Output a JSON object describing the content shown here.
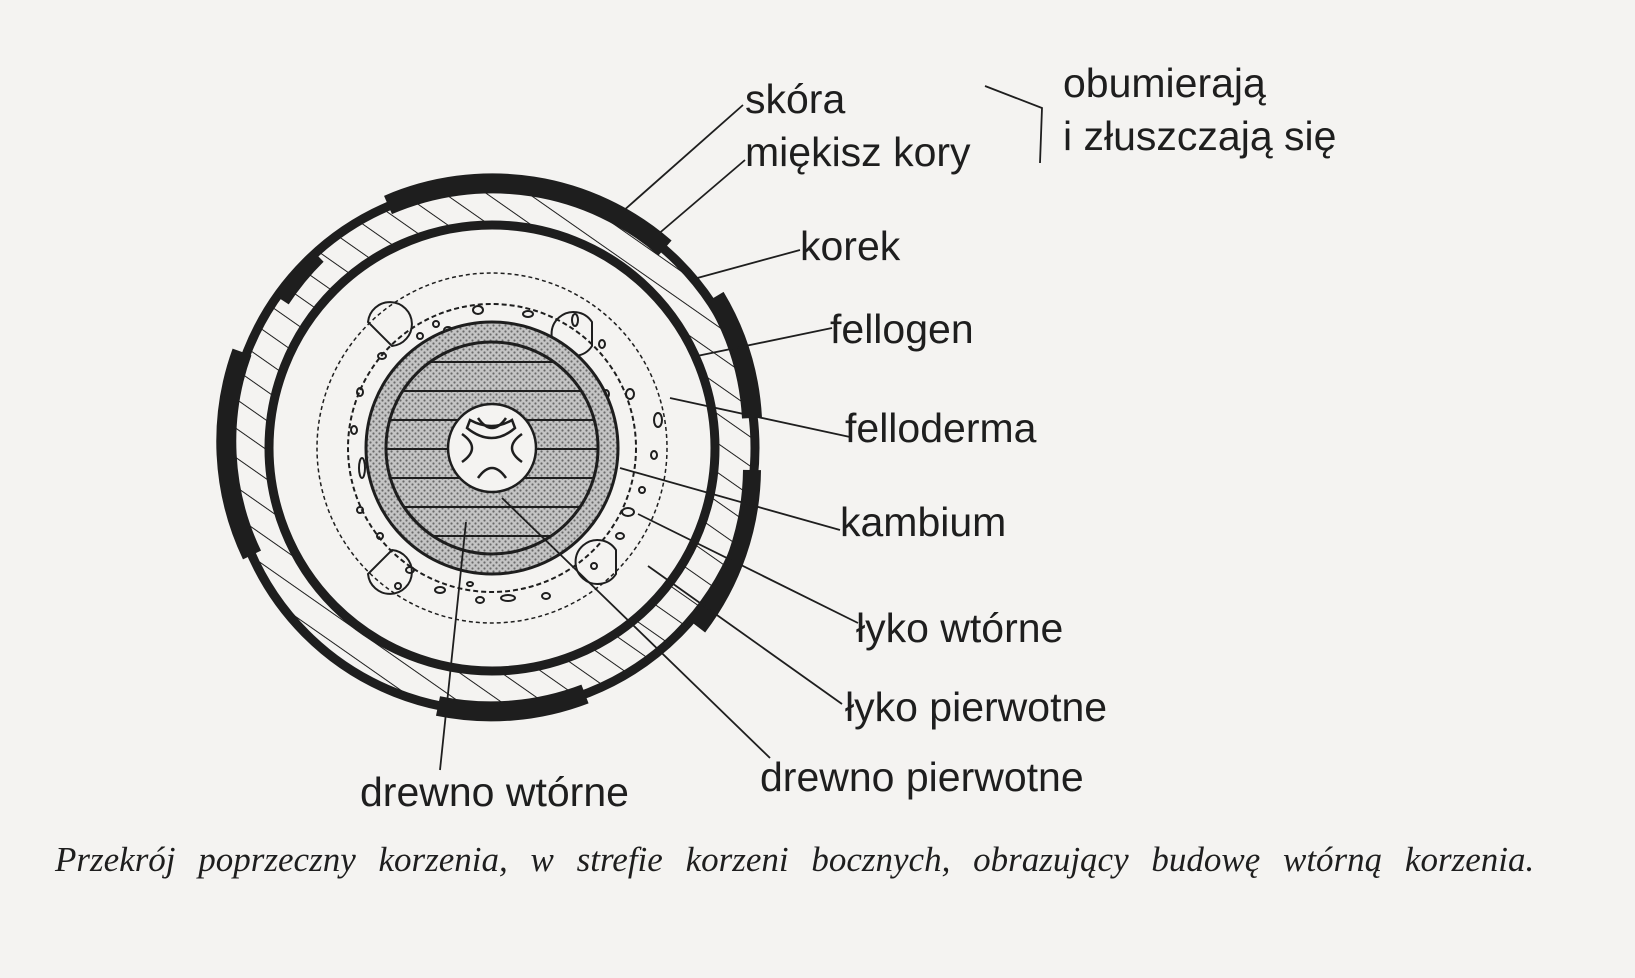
{
  "labels": {
    "skora": "skóra",
    "miekisz_kory": "miękisz kory",
    "obumieraja": "obumierają",
    "zluszczaja": "i złuszczają się",
    "korek": "korek",
    "fellogen": "fellogen",
    "felloderma": "felloderma",
    "kambium": "kambium",
    "lyko_wtorne": "łyko wtórne",
    "lyko_pierwotne": "łyko pierwotne",
    "drewno_pierwotne": "drewno pierwotne",
    "drewno_wtorne": "drewno wtórne"
  },
  "caption": "Przekrój poprzeczny korzenia, w strefie korzeni bocznych, obrazujący budowę wtórną korzenia.",
  "colors": {
    "ink": "#1e1e1e",
    "paper": "#f4f3f1",
    "cambium_fill": "#bdbdbd"
  }
}
